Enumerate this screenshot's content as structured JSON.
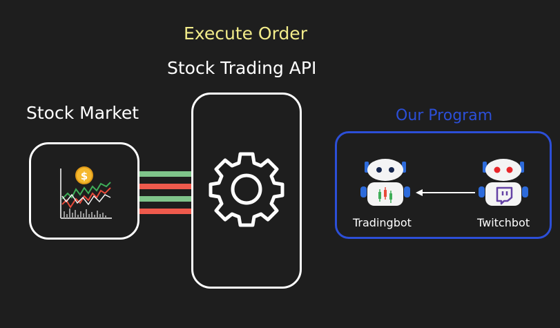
{
  "labels": {
    "execute_order": "Execute Order",
    "stock_trading_api": "Stock Trading API",
    "stock_market": "Stock Market",
    "our_program": "Our Program",
    "tradingbot": "Tradingbot",
    "twitchbot": "Twitchbot"
  },
  "colors": {
    "background": "#1e1e1e",
    "execute_order": "#f2ec8a",
    "our_program": "#2c4fd8",
    "program_border": "#2c4fd8",
    "green_line": "#7fc48a",
    "red_line": "#ef5a4c",
    "robot_blue": "#2d6bdb",
    "twitch_purple": "#6441a5",
    "bot_eye_trading": "#15254d",
    "bot_eye_twitch": "#e8262a"
  },
  "icons": {
    "market": "stock-chart-coin-icon",
    "api": "gear-icon",
    "tradingbot": "robot-candlestick-icon",
    "twitchbot": "robot-twitch-icon",
    "arrow": "arrow-left-icon"
  }
}
